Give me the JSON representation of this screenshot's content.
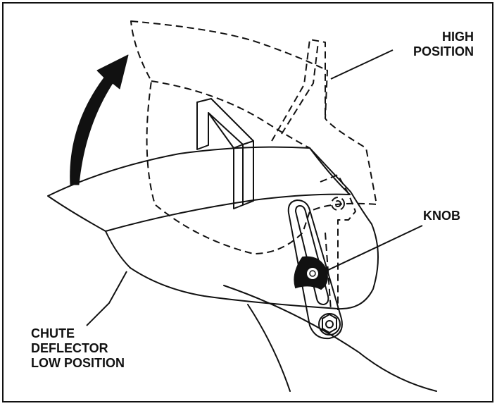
{
  "labels": {
    "high_position": [
      "HIGH",
      "POSITION"
    ],
    "knob": "KNOB",
    "chute_deflector": [
      "CHUTE",
      "DEFLECTOR",
      "LOW POSITION"
    ]
  },
  "colors": {
    "line": "#111111",
    "background": "#ffffff"
  },
  "icons": {
    "motion_arrow": "curved-up-arrow-icon"
  }
}
